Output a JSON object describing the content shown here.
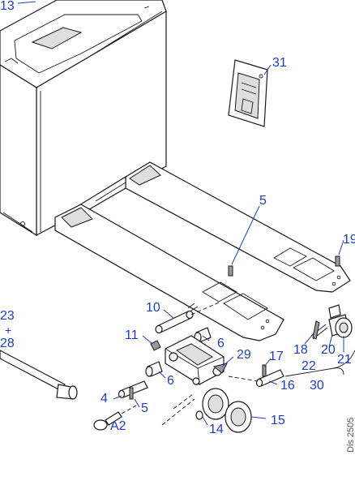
{
  "drawing_id": "Dis 2505",
  "callouts": {
    "c13": "13",
    "c31": "31",
    "c5a": "5",
    "c19": "19",
    "c23": "23",
    "c23_sep": "+",
    "c28": "28",
    "c10": "10",
    "c11": "11",
    "c6a": "6",
    "c29": "29",
    "c17": "17",
    "c16": "16",
    "c6b": "6",
    "c4": "4",
    "c5b": "5",
    "cA2": "A2",
    "c14": "14",
    "c15": "15",
    "c18": "18",
    "c22": "22",
    "c20": "20",
    "c21": "21",
    "c30": "30"
  },
  "colors": {
    "callout": "#1d3fbf",
    "line": "#1a1a1a",
    "shade": "#dedede"
  }
}
